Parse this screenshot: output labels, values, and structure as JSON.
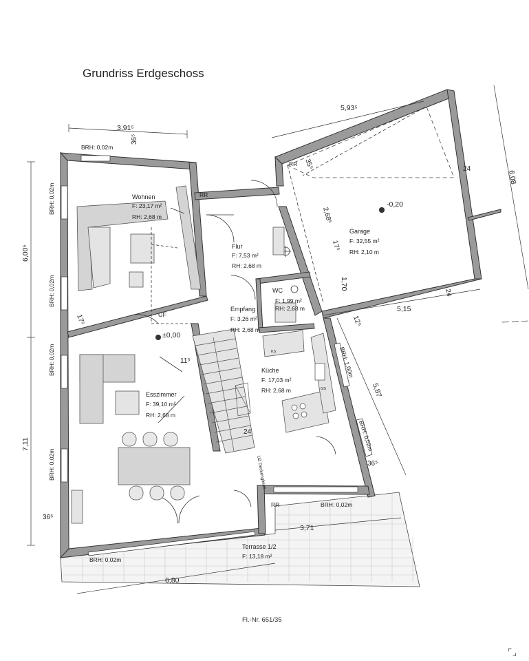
{
  "title": "Grundriss Erdgeschoss",
  "footer": "Fl.-Nr. 651/35",
  "corner_icon": "bracket-icon",
  "rooms": {
    "wohnen": {
      "name": "Wohnen",
      "area": "F:  23,17 m²",
      "height": "RH: 2,68 m"
    },
    "flur": {
      "name": "Flur",
      "area": "F:   7,53 m²",
      "height": "RH: 2,68 m"
    },
    "wc": {
      "name": "WC",
      "area": "F:  1,99 m²",
      "height": "RH: 2,68 m"
    },
    "empfang": {
      "name": "Empfang",
      "area": "F:   3,26 m²",
      "height": "RH: 2,68 m"
    },
    "garage": {
      "name": "Garage",
      "area": "F:  32,55 m²",
      "height": "RH: 2,10 m"
    },
    "kueche": {
      "name": "Küche",
      "area": "F:  17,03 m²",
      "height": "RH: 2,68 m"
    },
    "esszimmer": {
      "name": "Esszimmer",
      "area": "F:  39,10 m²",
      "height": "RH: 2,68 m"
    },
    "terrasse": {
      "name": "Terrasse 1/2",
      "area": "F:  13,18 m²"
    }
  },
  "dimensions": {
    "d_391": "3,91⁵",
    "d_593": "5,93⁵",
    "d_608": "6,08",
    "d_600": "6,00⁵",
    "d_711": "7,11",
    "d_680": "6,80",
    "d_371": "3,71",
    "d_587": "5,87",
    "d_515": "5,15",
    "d_170": "1,70",
    "d_268": "2,68⁵",
    "d_175a": "17⁵",
    "d_175b": "17⁵",
    "d_125": "12⁵",
    "d_115": "11⁵",
    "d_355a": "35⁵",
    "d_365a": "36⁵",
    "d_365b": "36⁵",
    "d_365c": "36⁵",
    "d_24a": "24",
    "d_24b": "24",
    "d_24c": "24"
  },
  "labels": {
    "brh_top": "BRH: 0,02m",
    "brh_left1": "BRH: 0,02m",
    "brh_left2": "BRH: 0,02m",
    "brh_left3": "BRH: 0,02m",
    "brh_left4": "BRH: 0,02m",
    "brh_bottom": "BRH: 0,02m",
    "brh_terrace": "BRH: 0,02m",
    "brh_kitchen": "BRH: 1,00m",
    "brh_right": "BRH: 0,02m",
    "rr1": "RR",
    "rr2": "RR",
    "rr3": "RR",
    "gf": "GF",
    "level_zero": "±0,00",
    "level_garage": "-0,20",
    "stair_note": "UZ Deckengleich",
    "ks": "KS",
    "gs": "GS"
  }
}
